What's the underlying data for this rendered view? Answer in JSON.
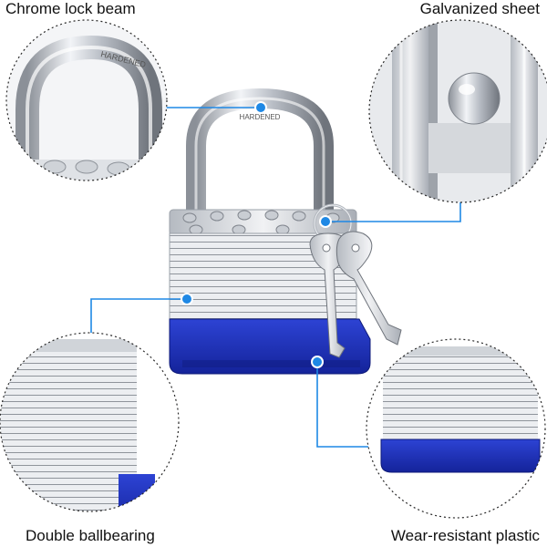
{
  "callouts": {
    "top_left": "Chrome lock beam",
    "top_right": "Galvanized sheet",
    "bottom_left": "Double ballbearing",
    "bottom_right": "Wear-resistant plastic"
  },
  "shackle_engraving": "HARDENED",
  "colors": {
    "accent_line": "#1e88e5",
    "body_blue": "#1a2fb0",
    "steel": "#d9dde2",
    "chrome": "#c7ccd3"
  },
  "icons": [
    "padlock-icon",
    "key-icon"
  ]
}
